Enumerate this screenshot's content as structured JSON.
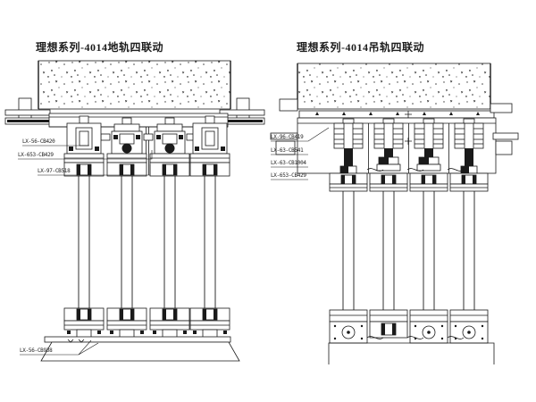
{
  "page": {
    "background_color": "#ffffff",
    "line_color": "#1a1a1a"
  },
  "left_diagram": {
    "title": "理想系列-4014地轨四联动",
    "labels": [
      {
        "text": "LX-56-CB420"
      },
      {
        "text": "LX-653-CB429"
      },
      {
        "text": "LX-97-CB518"
      },
      {
        "text": "LX-56-CB938"
      }
    ]
  },
  "right_diagram": {
    "title": "理想系列-4014吊轨四联动",
    "labels": [
      {
        "text": "LX-96-CB419"
      },
      {
        "text": "LX-63-CB541"
      },
      {
        "text": "LX-63-CB1004"
      },
      {
        "text": "LX-653-CB429"
      }
    ]
  }
}
